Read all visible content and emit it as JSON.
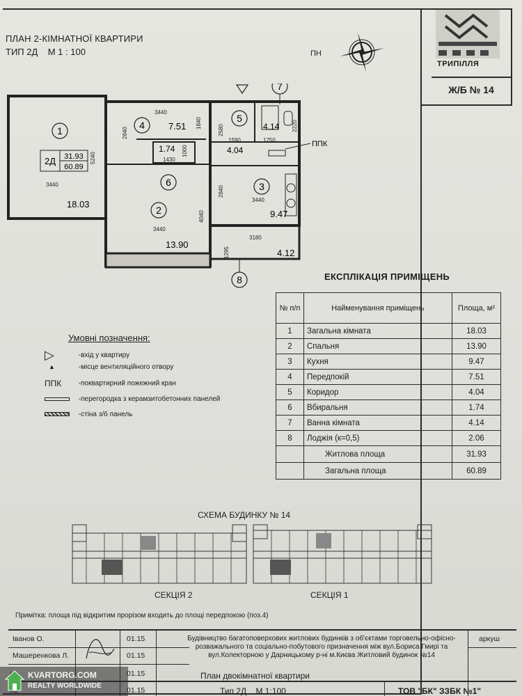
{
  "header": {
    "plan_title": "ПЛАН 2-КІМНАТНОЇ КВАРТИРИ",
    "type_scale": "ТИП 2Д    М 1 : 100",
    "compass_label": "ПН",
    "logo_text": "ТРИПІЛЛЯ",
    "building_no": "Ж/Б № 14"
  },
  "plan": {
    "apartment_type": "2Д",
    "living_area": "31.93",
    "total_area": "60.89",
    "ppk_label": "ППК",
    "room_numbers": [
      "1",
      "2",
      "3",
      "4",
      "5",
      "6",
      "7",
      "8"
    ],
    "room_areas": {
      "r1": "18.03",
      "r2": "13.90",
      "r3": "9.47",
      "r4": "7.51",
      "r5": "4.04",
      "r6": "1.74",
      "r7": "4.14",
      "r8": "4.12"
    },
    "dims": {
      "d3440a": "3440",
      "d3440b": "3440",
      "d3440c": "3440",
      "d3440d": "3440",
      "d5240": "5240",
      "d2840a": "2840",
      "d2840b": "2840",
      "d1840": "1840",
      "d2580": "2580",
      "d1590": "1590",
      "d1750": "1750",
      "d2220": "2220",
      "d1430": "1430",
      "d1000": "1000",
      "d4040": "4040",
      "d3180": "3180",
      "d1295": "1295"
    }
  },
  "explication": {
    "title": "ЕКСПЛІКАЦІЯ ПРИМІЩЕНЬ",
    "col_no": "№ п/п",
    "col_name": "Найменування приміщень",
    "col_area": "Площа, м²",
    "rows": [
      {
        "no": "1",
        "name": "Загальна кімната",
        "area": "18.03"
      },
      {
        "no": "2",
        "name": "Спальня",
        "area": "13.90"
      },
      {
        "no": "3",
        "name": "Кухня",
        "area": "9.47"
      },
      {
        "no": "4",
        "name": "Передпокій",
        "area": "7.51"
      },
      {
        "no": "5",
        "name": "Коридор",
        "area": "4.04"
      },
      {
        "no": "6",
        "name": "Вбиральня",
        "area": "1.74"
      },
      {
        "no": "7",
        "name": "Ванна кімната",
        "area": "4.14"
      },
      {
        "no": "8",
        "name": "Лоджія (к=0,5)",
        "area": "2.06"
      }
    ],
    "living_label": "Житлова площа",
    "living_value": "31.93",
    "total_label": "Загальна площа",
    "total_value": "60.89"
  },
  "legend": {
    "title": "Умовні позначення:",
    "items": [
      {
        "symbol": "▷",
        "text": "-вхід у квартиру"
      },
      {
        "symbol": "▲",
        "text": "-місце вентиляційного отвору"
      },
      {
        "symbol": "ППК",
        "text": "-поквартирний пожежний кран"
      },
      {
        "symbol": "",
        "text": "-перегородка з керамзитобетонних панелей"
      },
      {
        "symbol": "",
        "text": "-стіна з/б панель"
      }
    ]
  },
  "scheme": {
    "title": "СХЕМА БУДИНКУ № 14",
    "section2": "СЕКЦІЯ 2",
    "section1": "СЕКЦІЯ 1"
  },
  "note": "Примітка: площа під відкритим прорізом входить до площі передпокою (поз.4)",
  "stamp": {
    "person1": "Іванов О.",
    "person2": "Машеренкова Л.",
    "date1": "01.15",
    "date2": "01.15",
    "date3": "01.15",
    "date4": "01.15",
    "prefix3": "ив",
    "prefix4": "ив",
    "description": "Будівництво багатоповерхових житлових будинків з об'єктами торговельно-офісно-розважального та соціально-побутового призначення між вул.Бориса Гмирі та вул.Колекторною у Дарницькому р-ні м.Києва Житловий будинок №14",
    "sheet_label": "аркуш",
    "drawing_title": "План двокімнатної квартири",
    "drawing_type": "Тип 2Д    М 1:100",
    "company": "ТОВ \"БК\" ЗЗБК №1\""
  },
  "watermark": {
    "line1": "KVARTORG.COM",
    "line2": "REALTY WORLDWIDE"
  }
}
